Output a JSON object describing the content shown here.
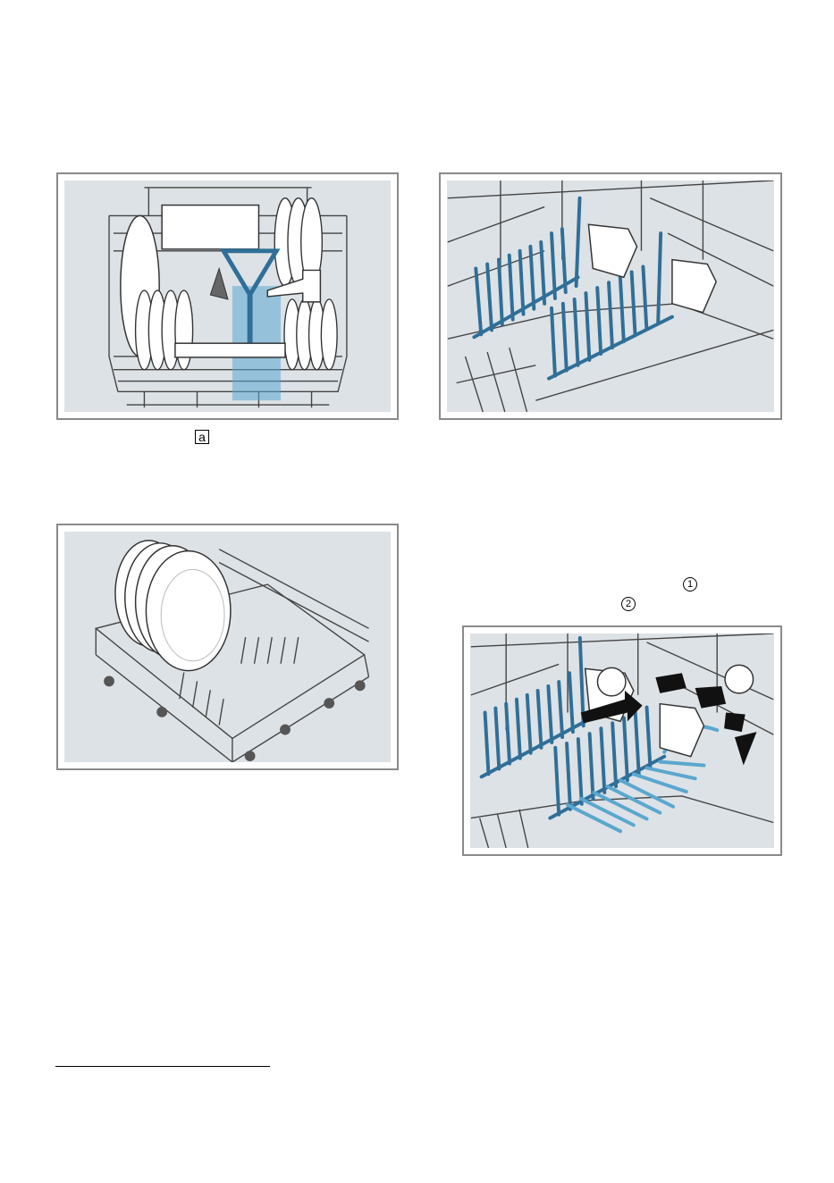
{
  "figures": {
    "upper_basket": {
      "label_box": "a"
    },
    "fold_out_rack": {},
    "lower_basket": {},
    "fold_step": {
      "step_1": "1",
      "step_2": "2"
    }
  },
  "markers": {
    "label_a": "a",
    "step_1": "1",
    "step_2": "2"
  },
  "colors": {
    "panel_bg": "#dde2e6",
    "frame": "#8a8a8a",
    "accent_blue": "#2f6f98",
    "light_blue": "#5aa7cf"
  }
}
